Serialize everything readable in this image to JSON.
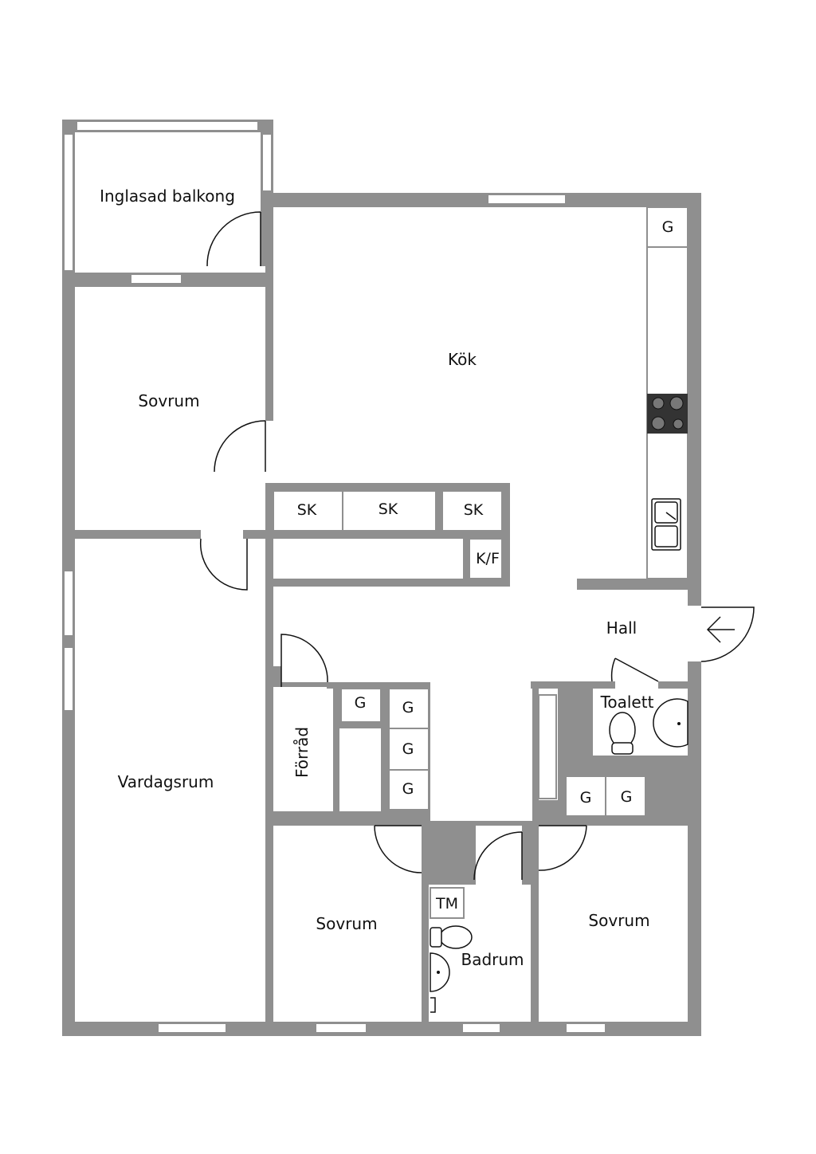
{
  "rooms": {
    "balcony": "Inglasad balkong",
    "kitchen": "Kök",
    "bedroom_top": "Sovrum",
    "living": "Vardagsrum",
    "hall": "Hall",
    "toilet": "Toalett",
    "storage": "Förråd",
    "bedroom_mid": "Sovrum",
    "bathroom": "Badrum",
    "bedroom_right": "Sovrum"
  },
  "fixtures": {
    "wardrobe": "G",
    "sk": "SK",
    "fridge_freezer": "K/F",
    "laundry": "TM"
  },
  "colors": {
    "wall": "#8f8f8f",
    "floor": "#ffffff",
    "line": "#111111"
  }
}
